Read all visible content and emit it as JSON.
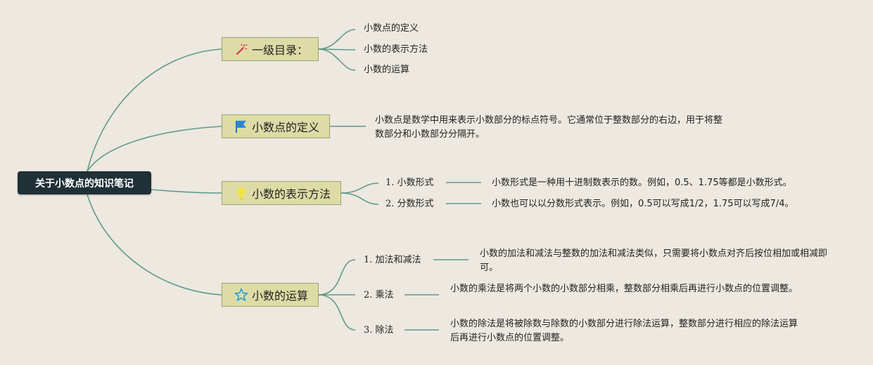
{
  "root": {
    "title": "关于小数点的知识笔记"
  },
  "topics": [
    {
      "label": "一级目录：",
      "icon": "magic-wand-icon",
      "children": [
        "小数点的定义",
        "小数的表示方法",
        "小数的运算"
      ]
    },
    {
      "label": "小数点的定义",
      "icon": "flag-icon",
      "description": "小数点是数学中用来表示小数部分的标点符号。它通常位于整数部分的右边，用于将整数部分和小数部分分隔开。"
    },
    {
      "label": "小数的表示方法",
      "icon": "lightbulb-icon",
      "children": [
        {
          "label": "1. 小数形式",
          "description": "小数形式是一种用十进制数表示的数。例如，0.5、1.75等都是小数形式。"
        },
        {
          "label": "2. 分数形式",
          "description": "小数也可以以分数形式表示。例如，0.5可以写成1/2，1.75可以写成7/4。"
        }
      ]
    },
    {
      "label": "小数的运算",
      "icon": "star-icon",
      "children": [
        {
          "label": "1. 加法和减法",
          "description": "小数的加法和减法与整数的加法和减法类似，只需要将小数点对齐后按位相加或相减即可。"
        },
        {
          "label": "2. 乘法",
          "description": "小数的乘法是将两个小数的小数部分相乘，整数部分相乘后再进行小数点的位置调整。"
        },
        {
          "label": "3. 除法",
          "description": "小数的除法是将被除数与除数的小数部分进行除法运算，整数部分进行相应的除法运算后再进行小数点的位置调整。"
        }
      ]
    }
  ],
  "colors": {
    "line": "#5f9b8a",
    "root_bg": "#1f3037",
    "topic_bg": "#dedca6",
    "canvas_bg": "#ede8e0"
  }
}
